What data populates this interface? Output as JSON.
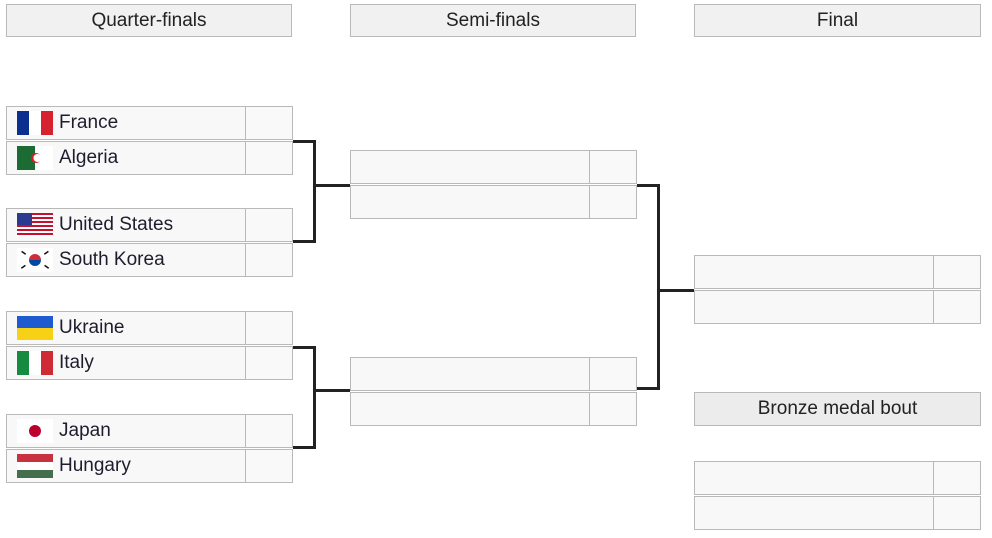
{
  "rounds": {
    "quarterfinals": "Quarter-finals",
    "semifinals": "Semi-finals",
    "final": "Final"
  },
  "bronze_label": "Bronze medal bout",
  "teams": {
    "france": "France",
    "algeria": "Algeria",
    "united_states": "United States",
    "south_korea": "South Korea",
    "ukraine": "Ukraine",
    "italy": "Italy",
    "japan": "Japan",
    "hungary": "Hungary"
  },
  "flags": {
    "france": "flag-france-icon",
    "algeria": "flag-algeria-icon",
    "united_states": "flag-united-states-icon",
    "south_korea": "flag-south-korea-icon",
    "ukraine": "flag-ukraine-icon",
    "italy": "flag-italy-icon",
    "japan": "flag-japan-icon",
    "hungary": "flag-hungary-icon"
  },
  "colors": {
    "header_bg": "#f1f1f1",
    "slot_bg": "#f8f8f8",
    "border": "#b9b9b9",
    "connector": "#222222"
  }
}
